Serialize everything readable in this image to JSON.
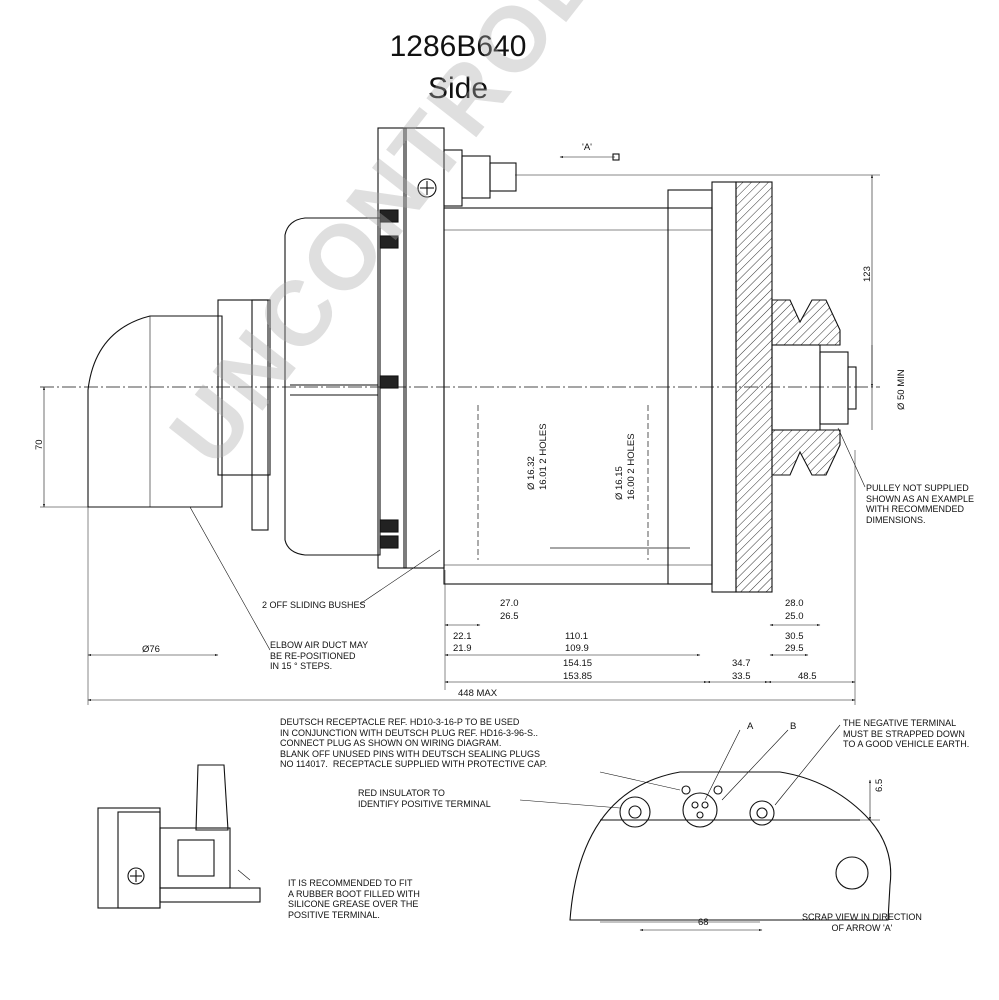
{
  "header": {
    "part_number": "1286B640",
    "view_name": "Side"
  },
  "watermark": "UNCONTROLLED COPY",
  "arrow_label": "'A'",
  "dimensions": {
    "d123": "123",
    "d50min": "Ø 50 MIN",
    "d70": "70",
    "hole1": "Ø 16.32\n16.01  2 HOLES",
    "hole1_a": "Ø 16.32",
    "hole1_b": "16.01   2 HOLES",
    "hole2_a": "Ø 16.15",
    "hole2_b": "16.00   2 HOLES",
    "d76": "Ø76",
    "d27": "27.0",
    "d26_5": "26.5",
    "d22_1": "22.1",
    "d21_9": "21.9",
    "d110_1": "110.1",
    "d109_9": "109.9",
    "d154_15": "154.15",
    "d153_85": "153.85",
    "d34_7": "34.7",
    "d33_5": "33.5",
    "d28": "28.0",
    "d25": "25.0",
    "d30_5": "30.5",
    "d29_5": "29.5",
    "d48_5": "48.5",
    "d448": "448 MAX",
    "d6_5": "6.5",
    "d68": "68"
  },
  "notes": {
    "pulley": "PULLEY NOT SUPPLIED\nSHOWN AS AN EXAMPLE\nWITH RECOMMENDED\nDIMENSIONS.",
    "bushes": "2 OFF SLIDING BUSHES",
    "elbow": "ELBOW AIR DUCT MAY\nBE RE-POSITIONED\nIN 15 ° STEPS.",
    "deutsch": "DEUTSCH RECEPTACLE REF. HD10-3-16-P TO BE USED\nIN CONJUNCTION WITH DEUTSCH PLUG REF. HD16-3-96-S..\nCONNECT PLUG AS SHOWN ON WIRING DIAGRAM.\nBLANK OFF UNUSED PINS WITH DEUTSCH SEALING PLUGS\nNo 114017.  RECEPTACLE SUPPLIED WITH PROTECTIVE CAP.",
    "red_insulator": "RED INSULATOR TO\nIDENTIFY POSITIVE TERMINAL",
    "negative": "THE NEGATIVE TERMINAL\nMUST BE STRAPPED DOWN\nTO A GOOD VEHICLE EARTH.",
    "boot": "IT IS RECOMMENDED TO FIT\nA RUBBER BOOT FILLED WITH\nSILICONE GREASE OVER THE\nPOSITIVE TERMINAL.",
    "scrap": "SCRAP VIEW IN DIRECTION\nOF ARROW 'A'"
  },
  "terminal_labels": {
    "a": "A",
    "b": "B"
  }
}
